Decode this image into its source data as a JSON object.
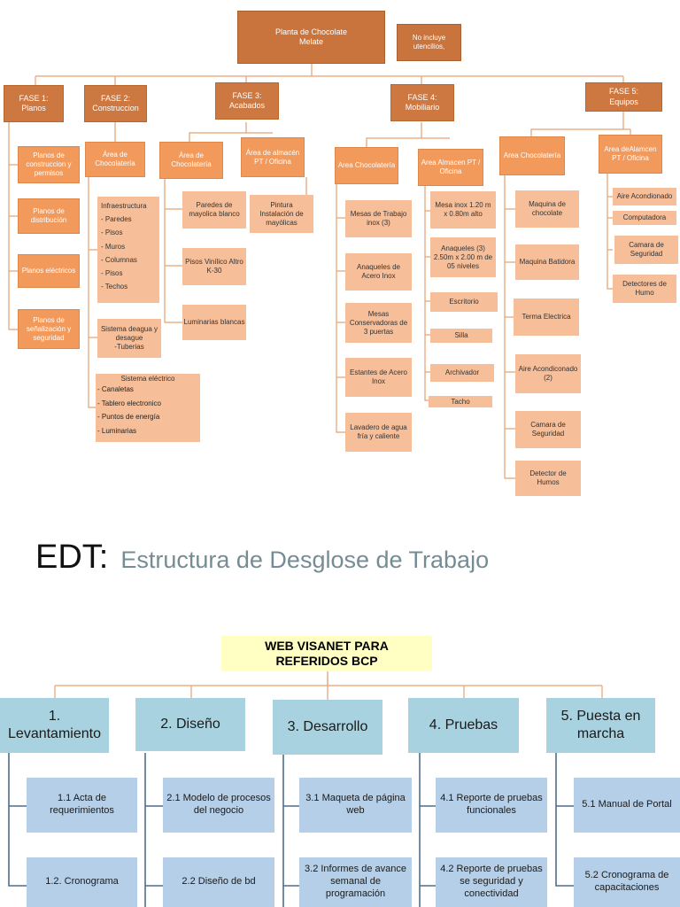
{
  "wbs1": {
    "root": "Planta de Chocolate\nMelate",
    "note": "No incluye\nutencilios,",
    "phases": [
      {
        "label": "FASE 1:\nPlanos"
      },
      {
        "label": "FASE 2:\nConstruccion"
      },
      {
        "label": "FASE 3:\nAcabados"
      },
      {
        "label": "FASE 4:\nMobiliario"
      },
      {
        "label": "FASE 5:\nEquipos"
      }
    ],
    "f1_items": [
      "Planos de\nconstruccion y\npermisos",
      "Planos de\ndistribución",
      "Planos eléctricos",
      "Planos de\nseñalización y\nseguridad"
    ],
    "f2_area": "Área de\nChocolatería",
    "f2_infra": "Infraestructura\n- Paredes\n- Pisos\n- Muros\n- Columnas\n- Pisos\n- Techos",
    "f2_agua": "Sistema deagua y\ndesague\n-Tuberias",
    "f2_elec_title": "Sistema eléctrico",
    "f2_elec_items": "- Canaletas\n- Tablero electronico\n- Puntos de energía\n-  Luminarias",
    "f3_area1": "Área de\nChocolatería",
    "f3_area2": "Área de almacén\nPT / Oficina",
    "f3_a1_items": [
      "Paredes de\nmayolica blanco",
      "Pisos Vinílico Altro\nK-30",
      "Luminarias blancas"
    ],
    "f3_a2_items": [
      "Pintura\nInstalación de\nmayólicas"
    ],
    "f4_area1": "Area Chocolatería",
    "f4_area2": "Area Almacen PT /\nOficina",
    "f4_a1_items": [
      "Mesas de Trabajo\ninox (3)",
      "Anaqueles de\nAcero Inox",
      "Mesas\nConservadoras de\n3 puertas",
      "Estantes de Acero\nInox",
      "Lavadero de agua\nfría y caliente"
    ],
    "f4_a2_items": [
      "Mesa inox 1.20 m\nx 0.80m alto",
      "Anaqueles (3)\n2.50m x 2.00 m de\n05 niveles",
      "Escritorio",
      "Silla",
      "Archivador",
      "Tacho"
    ],
    "f5_area1": "Area Chocolatería",
    "f5_area2": "Area deAlamcen\nPT / Oficina",
    "f5_a1_items": [
      "Maquina de\nchocolate",
      "Maquina Batidora",
      "Terma Electrica",
      "Aire Acondiconado\n(2)",
      "Camara de\nSeguridad",
      "Detector de\nHumos"
    ],
    "f5_a2_items": [
      "Aire Acondionado",
      "Computadora",
      "Camara de\nSeguridad",
      "Detectores de\nHumo"
    ]
  },
  "caption": {
    "keyword": "EDT:",
    "text": "Estructura de Desglose de Trabajo"
  },
  "wbs2": {
    "root": "WEB VISANET PARA\nREFERIDOS BCP",
    "columns": [
      {
        "title": "1.\nLevantamiento",
        "items": [
          "1.1  Acta de\nrequerimientos",
          "1.2. Cronograma"
        ]
      },
      {
        "title": "2. Diseño",
        "items": [
          "2.1 Modelo de procesos\ndel negocio",
          "2.2 Diseño de bd"
        ]
      },
      {
        "title": "3. Desarrollo",
        "items": [
          "3.1 Maqueta de página\nweb",
          "3.2 Informes de avance\nsemanal de\nprogramación"
        ]
      },
      {
        "title": "4. Pruebas",
        "items": [
          "4.1 Reporte de pruebas\nfuncionales",
          "4.2 Reporte de pruebas\nse seguridad y\nconectividad"
        ]
      },
      {
        "title": "5. Puesta en\nmarcha",
        "items": [
          "5.1  Manual de Portal",
          "5.2 Cronograma de\ncapacitaciones"
        ]
      }
    ]
  },
  "colors": {
    "dark_orange": "#cd7741",
    "mid_orange": "#f29a5c",
    "light_orange": "#f7bf99",
    "line_orange": "#e7a070",
    "yellow": "#ffffc4",
    "blue": "#a8d2e0",
    "line_blue": "#4f6d8a"
  }
}
